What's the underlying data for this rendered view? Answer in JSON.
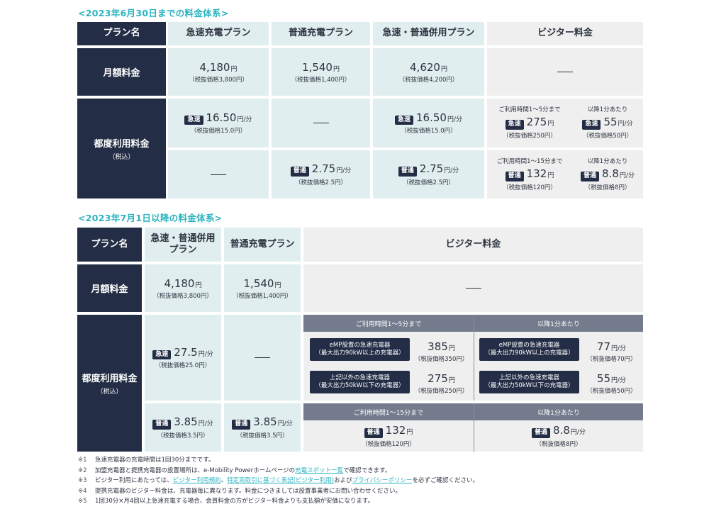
{
  "section1": {
    "title": "<2023年6月30日までの料金体系>",
    "headers": {
      "plan_name": "プラン名",
      "fast": "急速充電プラン",
      "normal": "普通充電プラン",
      "combined": "急速・普通併用プラン",
      "visitor": "ビジター料金"
    },
    "monthly": {
      "label": "月額料金",
      "fast": {
        "price": "4,180",
        "unit": "円",
        "note": "（税抜価格3,800円）"
      },
      "normal": {
        "price": "1,540",
        "unit": "円",
        "note": "（税抜価格1,400円）"
      },
      "combined": {
        "price": "4,620",
        "unit": "円",
        "note": "（税抜価格4,200円）"
      },
      "visitor": "—"
    },
    "per_use": {
      "label": "都度利用料金",
      "sublabel": "（税込）",
      "fast_row": {
        "fast": {
          "badge": "急速",
          "price": "16.50",
          "unit": "円/分",
          "note": "（税抜価格15.0円）"
        },
        "normal": "—",
        "combined": {
          "badge": "急速",
          "price": "16.50",
          "unit": "円/分",
          "note": "（税抜価格15.0円）"
        },
        "visitor_first": {
          "caption": "ご利用時間1～5分まで",
          "badge": "急速",
          "price": "275",
          "unit": "円",
          "note": "（税抜価格250円）"
        },
        "visitor_after": {
          "caption": "以降1分あたり",
          "badge": "急速",
          "price": "55",
          "unit": "円/分",
          "note": "（税抜価格50円）"
        }
      },
      "normal_row": {
        "fast": "—",
        "normal": {
          "badge": "普通",
          "price": "2.75",
          "unit": "円/分",
          "note": "（税抜価格2.5円）"
        },
        "combined": {
          "badge": "普通",
          "price": "2.75",
          "unit": "円/分",
          "note": "（税抜価格2.5円）"
        },
        "visitor_first": {
          "caption": "ご利用時間1～15分まで",
          "badge": "普通",
          "price": "132",
          "unit": "円",
          "note": "（税抜価格120円）"
        },
        "visitor_after": {
          "caption": "以降1分あたり",
          "badge": "普通",
          "price": "8.8",
          "unit": "円/分",
          "note": "（税抜価格8円）"
        }
      }
    }
  },
  "section2": {
    "title": "<2023年7月1日以降の料金体系>",
    "headers": {
      "plan_name": "プラン名",
      "combined_l1": "急速・普通併用",
      "combined_l2": "プラン",
      "normal": "普通充電プラン",
      "visitor": "ビジター料金"
    },
    "monthly": {
      "label": "月額料金",
      "combined": {
        "price": "4,180",
        "unit": "円",
        "note": "（税抜価格3,800円）"
      },
      "normal": {
        "price": "1,540",
        "unit": "円",
        "note": "（税抜価格1,400円）"
      },
      "visitor": "—"
    },
    "per_use": {
      "label": "都度利用料金",
      "sublabel": "（税込）",
      "fast_row": {
        "combined": {
          "badge": "急速",
          "price": "27.5",
          "unit": "円/分",
          "note": "（税抜価格25.0円）"
        },
        "normal": "—",
        "visitor_first_header": "ご利用時間1～5分まで",
        "visitor_after_header": "以降1分あたり",
        "charger_emp_l1": "eMP設置の急速充電器",
        "charger_emp_l2": "（最大出力90kW以上の充電器）",
        "charger_other_l1": "上記以外の急速充電器",
        "charger_other_l2": "（最大出力50kW以下の充電器）",
        "first_emp": {
          "price": "385",
          "unit": "円",
          "note": "（税抜価格350円）"
        },
        "first_other": {
          "price": "275",
          "unit": "円",
          "note": "（税抜価格250円）"
        },
        "after_emp": {
          "price": "77",
          "unit": "円/分",
          "note": "（税抜価格70円）"
        },
        "after_other": {
          "price": "55",
          "unit": "円/分",
          "note": "（税抜価格50円）"
        }
      },
      "normal_row": {
        "combined": {
          "badge": "普通",
          "price": "3.85",
          "unit": "円/分",
          "note": "（税抜価格3.5円）"
        },
        "normal": {
          "badge": "普通",
          "price": "3.85",
          "unit": "円/分",
          "note": "（税抜価格3.5円）"
        },
        "visitor_first_header": "ご利用時間1～15分まで",
        "visitor_after_header": "以降1分あたり",
        "visitor_first": {
          "badge": "普通",
          "price": "132",
          "unit": "円",
          "note": "（税抜価格120円）"
        },
        "visitor_after": {
          "badge": "普通",
          "price": "8.8",
          "unit": "円/分",
          "note": "（税抜価格8円）"
        }
      }
    }
  },
  "footnotes": [
    {
      "mark": "※1",
      "text": "急速充電器の充電時間は1回30分までです。"
    },
    {
      "mark": "※2",
      "pre": "加盟充電器と提携充電器の設置場所は、e-Mobility Powerホームページの",
      "link1": "充電スポット一覧",
      "post": "で確認できます。"
    },
    {
      "mark": "※3",
      "pre": "ビジター利用にあたっては、",
      "link1": "ビジター利用規約",
      "mid1": "、",
      "link2": "特定商取引に基づく表記(ビジター利用)",
      "mid2": "および",
      "link3": "プライバシーポリシー",
      "post": "を必ずご確認ください。"
    },
    {
      "mark": "※4",
      "text": "提携充電器のビジター料金は、充電器毎に異なります。料金につきましては設置事業者にお問い合わせください。"
    },
    {
      "mark": "※5",
      "text": "1回30分×月4回以上急速充電する場合、会員料金の方がビジター料金よりも支払額が安価になります。"
    }
  ],
  "colors": {
    "dark": "#232d45",
    "teal_cell": "#e0eeef",
    "gray_cell": "#efefef",
    "subheader": "#737b8c",
    "accent": "#2bb3c0"
  }
}
